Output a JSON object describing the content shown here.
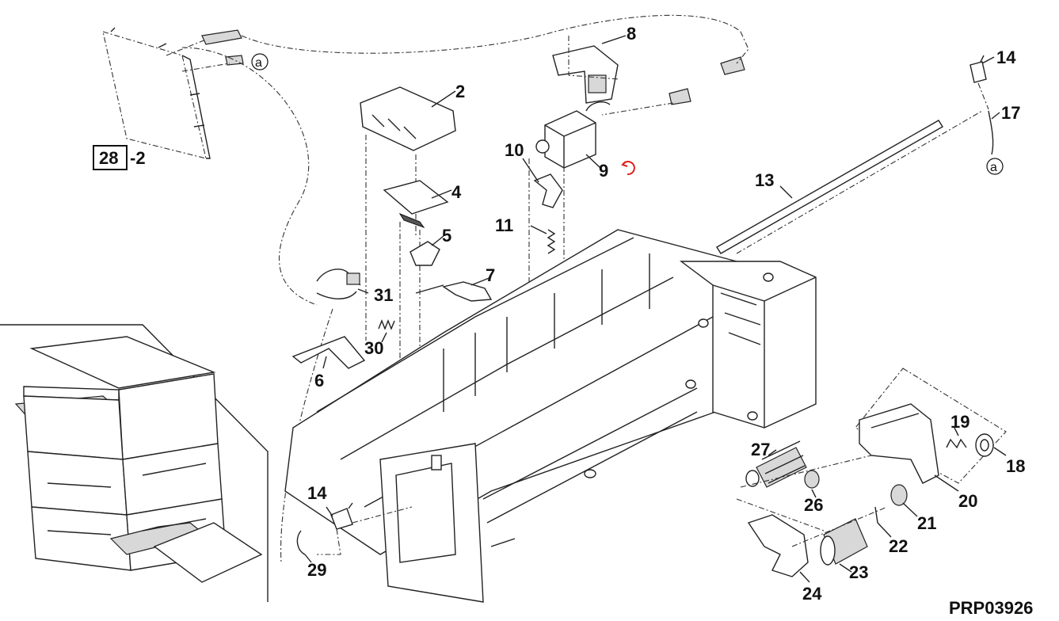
{
  "figure_code": "PRP03926",
  "ref_box": {
    "number": "28",
    "suffix": "-2"
  },
  "circle_ref": "a",
  "colors": {
    "line": "#222222",
    "rotate_icon": "#e0201c"
  },
  "rotate_icon": "rotate-arrows-icon",
  "labels": {
    "p2": "2",
    "p4": "4",
    "p5": "5",
    "p6": "6",
    "p7": "7",
    "p8": "8",
    "p9": "9",
    "p10": "10",
    "p11": "11",
    "p13": "13",
    "p14a": "14",
    "p14b": "14",
    "p17": "17",
    "p18": "18",
    "p19": "19",
    "p20": "20",
    "p21": "21",
    "p22": "22",
    "p23": "23",
    "p24": "24",
    "p26": "26",
    "p27": "27",
    "p29": "29",
    "p30": "30",
    "p31": "31"
  }
}
